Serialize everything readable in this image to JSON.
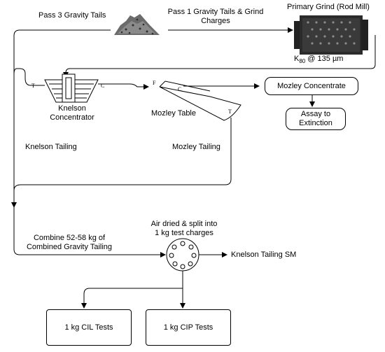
{
  "labels": {
    "pass3_gravity_tails": "Pass 3 Gravity Tails",
    "pass1_line1": "Pass 1 Gravity Tails & Grind",
    "pass1_line2": "Charges",
    "primary_grind": "Primary Grind (Rod Mill)",
    "k80": "K80 @ 135 µm",
    "knelson_T": "T",
    "knelson_C": "C",
    "knelson_conc_line1": "Knelson",
    "knelson_conc_line2": "Concentrator",
    "mozley_F": "F",
    "mozley_C": "C",
    "mozley_T": "T",
    "mozley_table": "Mozley Table",
    "knelson_tailing": "Knelson Tailing",
    "mozley_tailing": "Mozley Tailing",
    "air_dried_line1": "Air dried & split into",
    "air_dried_line2": "1 kg test charges",
    "combine_line1": "Combine 52-58 kg of",
    "combine_line2": "Combined Gravity Tailing",
    "knelson_tailing_sm": "Knelson Tailing SM"
  },
  "boxes": {
    "mozley_concentrate": "Mozley Concentrate",
    "assay_line1": "Assay to",
    "assay_line2": "Extinction",
    "cil_tests": "1 kg CIL Tests",
    "cip_tests": "1 kg CIP Tests"
  },
  "colors": {
    "line": "#000000",
    "ore_pile": "#555555",
    "mill": "#333333"
  },
  "icons": {
    "ore_pile": "ore-pile-icon",
    "rod_mill": "rod-mill-icon",
    "knelson": "knelson-concentrator-icon",
    "mozley": "mozley-table-icon",
    "splitter": "rotary-splitter-icon"
  }
}
